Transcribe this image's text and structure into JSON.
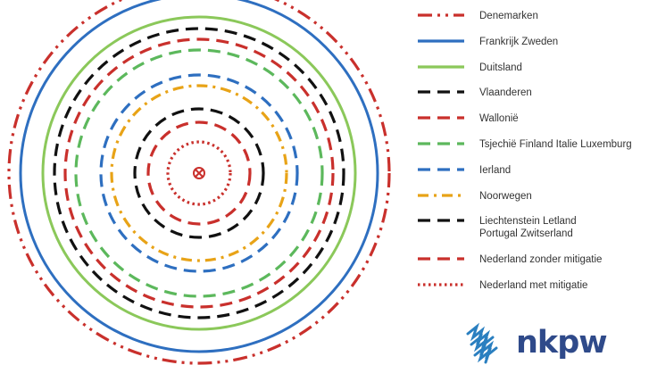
{
  "diagram": {
    "center_symbol": "⊗",
    "rings": [
      {
        "name": "denemarken",
        "color": "#c9302c",
        "dash": "dash-dot-dot"
      },
      {
        "name": "frankrijk-zweden",
        "color": "#2e6fc0",
        "dash": "solid"
      },
      {
        "name": "duitsland",
        "color": "#8bc85a",
        "dash": "solid"
      },
      {
        "name": "vlaanderen",
        "color": "#111111",
        "dash": "dash"
      },
      {
        "name": "wallonie",
        "color": "#c9302c",
        "dash": "dash"
      },
      {
        "name": "tsjechie",
        "color": "#5cb85c",
        "dash": "dash"
      },
      {
        "name": "ierland",
        "color": "#2e6fc0",
        "dash": "dash"
      },
      {
        "name": "noorwegen",
        "color": "#e8a317",
        "dash": "dash-dot"
      },
      {
        "name": "liechtenstein",
        "color": "#111111",
        "dash": "dash"
      },
      {
        "name": "nederland-zonder",
        "color": "#c9302c",
        "dash": "dash"
      },
      {
        "name": "nederland-met",
        "color": "#c9302c",
        "dash": "dot"
      }
    ]
  },
  "legend": [
    {
      "label": "Denemarken",
      "color": "#c9302c",
      "dash": "dash-dot-dot"
    },
    {
      "label": "Frankrijk Zweden",
      "color": "#2e6fc0",
      "dash": "solid"
    },
    {
      "label": "Duitsland",
      "color": "#8bc85a",
      "dash": "solid"
    },
    {
      "label": "Vlaanderen",
      "color": "#111111",
      "dash": "dash"
    },
    {
      "label": "Wallonië",
      "color": "#c9302c",
      "dash": "dash"
    },
    {
      "label": "Tsjechië Finland Italie Luxemburg",
      "color": "#5cb85c",
      "dash": "dash"
    },
    {
      "label": "Ierland",
      "color": "#2e6fc0",
      "dash": "dash"
    },
    {
      "label": "Noorwegen",
      "color": "#e8a317",
      "dash": "dash-dot"
    },
    {
      "label": "Liechtenstein Letland\nPortugal Zwitserland",
      "color": "#111111",
      "dash": "dash"
    },
    {
      "label": "Nederland zonder mitigatie",
      "color": "#c9302c",
      "dash": "dash"
    },
    {
      "label": "Nederland met mitigatie",
      "color": "#c9302c",
      "dash": "dot"
    }
  ],
  "logo": {
    "text": "nkpw",
    "colors": {
      "text": "#2f4a8a",
      "mark": "#2a7fc0"
    }
  }
}
